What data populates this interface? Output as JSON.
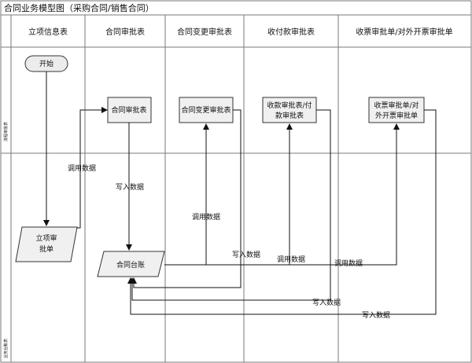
{
  "title": "合同业务模型图（采购合同/销售合同）",
  "lanes": [
    {
      "id": "lane-project",
      "label": "立项信息表"
    },
    {
      "id": "lane-contract-approval",
      "label": "合同审批表"
    },
    {
      "id": "lane-contract-change",
      "label": "合同变更审批表"
    },
    {
      "id": "lane-payment",
      "label": "收付款审批表"
    },
    {
      "id": "lane-invoice",
      "label": "收票审批单/对外开票审批单"
    }
  ],
  "rows": {
    "top": "流程审批表",
    "bottom": "业务台账表"
  },
  "nodes": {
    "start": "开始",
    "project_approval": [
      "立项审",
      "批单"
    ],
    "contract_approval": "合同审批表",
    "contract_change": "合同变更审批表",
    "payment": [
      "收款审批表/付",
      "款审批表"
    ],
    "invoice": [
      "收票审批单/对",
      "外开票审批单"
    ],
    "ledger": "合同台账"
  },
  "edges": {
    "call_data_1": "调用数据",
    "write_data_1": "写入数据",
    "call_data_2": "调用数据",
    "write_data_2": "写入数据",
    "call_data_3": "调用数据",
    "call_data_4": "调用数据",
    "write_data_3": "写入数据",
    "write_data_4": "写入数据"
  },
  "colors": {
    "line": "#111111",
    "frame": "#7a7a7a",
    "node_fill": "#f0f0f0",
    "start_fill": "#ececec",
    "header_fill": "#ffffff"
  }
}
